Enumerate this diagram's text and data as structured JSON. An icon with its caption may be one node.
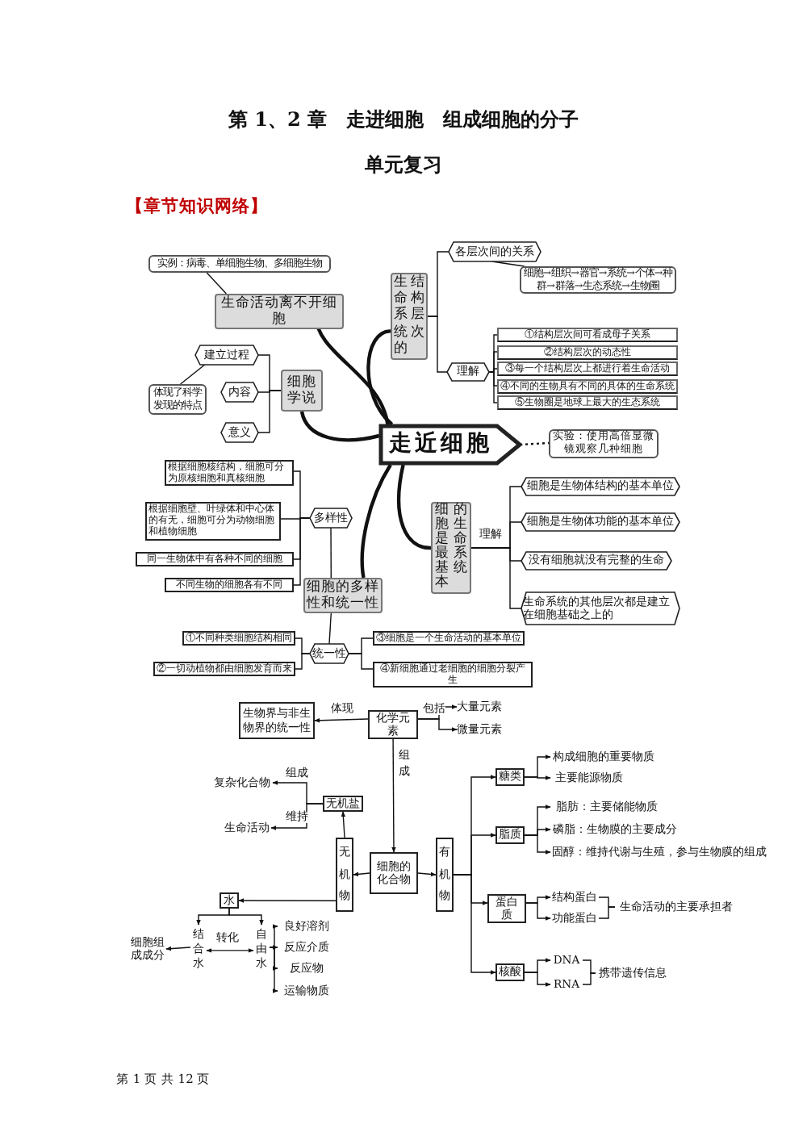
{
  "diagram": {
    "title": "第 1、2 章　走进细胞　组成细胞的分子",
    "nodes": [
      {
        "text": [
          "走近细胞"
        ]
      },
      {
        "text": [
          "实例：病毒、单细胞生物、多细胞生物"
        ]
      },
      {
        "text": [
          "生命活动离不开细胞"
        ]
      },
      {
        "text": [
          "生命系统的结构层次"
        ]
      },
      {
        "text": [
          "各层次间的关系"
        ]
      },
      {
        "text": [
          "细胞→组织→器官→系统→个体→种群→群落→生态系统→生物圈"
        ]
      },
      {
        "text": [
          "理解"
        ]
      },
      {
        "text": [
          "①结构层次间可看成母子关系"
        ]
      },
      {
        "text": [
          "②结构层次的动态性"
        ]
      },
      {
        "text": [
          "③每一个结构层次上都进行着生命活动"
        ]
      },
      {
        "text": [
          "④不同的生物具有不同的具体的生命系统"
        ]
      },
      {
        "text": [
          "⑤生物圈是地球上最大的生态系统"
        ]
      },
      {
        "text": [
          "实验：使用高倍显微镜观察几种细胞"
        ]
      },
      {
        "text": [
          "建立过程"
        ]
      },
      {
        "text": [
          "体现了科学发现的特点"
        ]
      },
      {
        "text": [
          "内容"
        ]
      },
      {
        "text": [
          "意义"
        ]
      },
      {
        "text": [
          "细胞学说"
        ]
      },
      {
        "text": [
          "细胞的多样性和统一性"
        ]
      },
      {
        "text": [
          "多样性"
        ]
      },
      {
        "text": [
          "根据细胞核结构，细胞可分为原核细胞和真核细胞"
        ]
      },
      {
        "text": [
          "根据细胞壁、叶绿体和中心体的有无，细胞可分为动物细胞和植物细胞"
        ]
      },
      {
        "text": [
          "同一生物体中有各种不同的细胞"
        ]
      },
      {
        "text": [
          "不同生物的细胞各有不同"
        ]
      },
      {
        "text": [
          "统一性"
        ]
      },
      {
        "text": [
          "①不同种类细胞结构相同"
        ]
      },
      {
        "text": [
          "②一切动植物都由细胞发育而来"
        ]
      },
      {
        "text": [
          "③细胞是一个生命活动的基本单位"
        ]
      },
      {
        "text": [
          "④新细胞通过老细胞的细胞分裂产生"
        ]
      },
      {
        "text": [
          "细胞是最基本的生命系统"
        ]
      },
      {
        "text": [
          "细胞是生物体结构的基本单位"
        ]
      },
      {
        "text": [
          "细胞是生物体功能的基本单位"
        ]
      },
      {
        "text": [
          "没有细胞就没有完整的生命"
        ]
      },
      {
        "text": [
          "生命系统的其他层次都是建立在细胞基础之上的"
        ]
      },
      {
        "text": [
          "化学元素"
        ]
      },
      {
        "text": [
          "生物界与非生物界的统一性"
        ]
      },
      {
        "text": [
          "大量元素"
        ]
      },
      {
        "text": [
          "微量元素"
        ]
      },
      {
        "text": [
          "细胞的化合物"
        ]
      },
      {
        "text": [
          "无机物"
        ]
      },
      {
        "text": [
          "有机物"
        ]
      },
      {
        "text": [
          "无机盐"
        ]
      },
      {
        "text": [
          "复杂化合物"
        ]
      },
      {
        "text": [
          "生命活动"
        ]
      },
      {
        "text": [
          "水"
        ]
      },
      {
        "text": [
          "结合水"
        ]
      },
      {
        "text": [
          "自由水"
        ]
      },
      {
        "text": [
          "细胞组成成分"
        ]
      },
      {
        "text": [
          "良好溶剂"
        ]
      },
      {
        "text": [
          "反应介质"
        ]
      },
      {
        "text": [
          "反应物"
        ]
      },
      {
        "text": [
          "运输物质"
        ]
      },
      {
        "text": [
          "糖类"
        ]
      },
      {
        "text": [
          "脂质"
        ]
      },
      {
        "text": [
          "蛋白质"
        ]
      },
      {
        "text": [
          "核酸"
        ]
      },
      {
        "text": [
          "构成细胞的重要物质"
        ]
      },
      {
        "text": [
          "主要能源物质"
        ]
      },
      {
        "text": [
          "脂肪：主要储能物质"
        ]
      },
      {
        "text": [
          "磷脂：生物膜的主要成分"
        ]
      },
      {
        "text": [
          "固醇：维持代谢与生殖，参与生物膜的组成"
        ]
      },
      {
        "text": [
          "结构蛋白"
        ]
      },
      {
        "text": [
          "功能蛋白"
        ]
      },
      {
        "text": [
          "生命活动的主要承担者"
        ]
      },
      {
        "text": [
          "DNA"
        ]
      },
      {
        "text": [
          "RNA"
        ]
      },
      {
        "text": [
          "携带遗传信息"
        ]
      }
    ],
    "edges": [
      {
        "from": 0,
        "to": 2,
        "arrow": "none",
        "style": "thick"
      },
      {
        "from": 0,
        "to": 3,
        "arrow": "none",
        "style": "thick"
      },
      {
        "from": 0,
        "to": 12,
        "arrow": "none",
        "style": "dashed"
      },
      {
        "from": 0,
        "to": 17,
        "arrow": "none",
        "style": "thick"
      },
      {
        "from": 0,
        "to": 29,
        "arrow": "none",
        "style": "thick"
      },
      {
        "from": 0,
        "to": 18,
        "arrow": "none",
        "style": "thick"
      },
      {
        "from": 2,
        "to": 1,
        "arrow": "none"
      },
      {
        "from": 3,
        "to": 4,
        "arrow": "none"
      },
      {
        "from": 3,
        "to": 6,
        "arrow": "none"
      },
      {
        "from": 4,
        "to": 5,
        "arrow": "none"
      },
      {
        "from": 6,
        "to": 7,
        "arrow": "none"
      },
      {
        "from": 6,
        "to": 8,
        "arrow": "none"
      },
      {
        "from": 6,
        "to": 9,
        "arrow": "none"
      },
      {
        "from": 6,
        "to": 10,
        "arrow": "none"
      },
      {
        "from": 6,
        "to": 11,
        "arrow": "none"
      },
      {
        "from": 17,
        "to": 13,
        "arrow": "none"
      },
      {
        "from": 17,
        "to": 15,
        "arrow": "none"
      },
      {
        "from": 17,
        "to": 16,
        "arrow": "none"
      },
      {
        "from": 13,
        "to": 14,
        "arrow": "none"
      },
      {
        "from": 18,
        "to": 19,
        "arrow": "none"
      },
      {
        "from": 18,
        "to": 24,
        "arrow": "none"
      },
      {
        "from": 19,
        "to": 20,
        "arrow": "none"
      },
      {
        "from": 19,
        "to": 21,
        "arrow": "none"
      },
      {
        "from": 19,
        "to": 22,
        "arrow": "none"
      },
      {
        "from": 19,
        "to": 23,
        "arrow": "none"
      },
      {
        "from": 24,
        "to": 25,
        "arrow": "none"
      },
      {
        "from": 24,
        "to": 26,
        "arrow": "none"
      },
      {
        "from": 24,
        "to": 27,
        "arrow": "none"
      },
      {
        "from": 24,
        "to": 28,
        "arrow": "none"
      },
      {
        "from": 29,
        "to": 30,
        "arrow": "none",
        "label": "理解"
      },
      {
        "from": 29,
        "to": 31,
        "arrow": "none"
      },
      {
        "from": 29,
        "to": 32,
        "arrow": "none"
      },
      {
        "from": 29,
        "to": 33,
        "arrow": "none"
      },
      {
        "from": 34,
        "to": 35,
        "arrow": "to",
        "label": "体现"
      },
      {
        "from": 34,
        "to": 36,
        "arrow": "to",
        "label": "包括"
      },
      {
        "from": 34,
        "to": 37,
        "arrow": "to"
      },
      {
        "from": 34,
        "to": 38,
        "arrow": "to",
        "label": "组成"
      },
      {
        "from": 38,
        "to": 39,
        "arrow": "to"
      },
      {
        "from": 38,
        "to": 40,
        "arrow": "to"
      },
      {
        "from": 39,
        "to": 41,
        "arrow": "to"
      },
      {
        "from": 41,
        "to": 42,
        "arrow": "to",
        "label": "组成"
      },
      {
        "from": 41,
        "to": 43,
        "arrow": "to",
        "label": "维持"
      },
      {
        "from": 39,
        "to": 44,
        "arrow": "to"
      },
      {
        "from": 44,
        "to": 45,
        "arrow": "to"
      },
      {
        "from": 44,
        "to": 46,
        "arrow": "to"
      },
      {
        "from": 45,
        "to": 46,
        "arrow": "both",
        "label": "转化"
      },
      {
        "from": 45,
        "to": 47,
        "arrow": "to"
      },
      {
        "from": 46,
        "to": 48,
        "arrow": "to"
      },
      {
        "from": 46,
        "to": 49,
        "arrow": "to"
      },
      {
        "from": 46,
        "to": 50,
        "arrow": "to"
      },
      {
        "from": 46,
        "to": 51,
        "arrow": "to"
      },
      {
        "from": 40,
        "to": 52,
        "arrow": "to"
      },
      {
        "from": 40,
        "to": 53,
        "arrow": "to"
      },
      {
        "from": 40,
        "to": 54,
        "arrow": "to"
      },
      {
        "from": 40,
        "to": 55,
        "arrow": "to"
      },
      {
        "from": 52,
        "to": 56,
        "arrow": "to"
      },
      {
        "from": 52,
        "to": 57,
        "arrow": "to"
      },
      {
        "from": 53,
        "to": 58,
        "arrow": "to"
      },
      {
        "from": 53,
        "to": 59,
        "arrow": "to"
      },
      {
        "from": 53,
        "to": 60,
        "arrow": "to"
      },
      {
        "from": 54,
        "to": 61,
        "arrow": "to"
      },
      {
        "from": 54,
        "to": 62,
        "arrow": "to"
      },
      {
        "from": 61,
        "to": 63,
        "arrow": "none"
      },
      {
        "from": 62,
        "to": 63,
        "arrow": "none"
      },
      {
        "from": 55,
        "to": 64,
        "arrow": "to"
      },
      {
        "from": 55,
        "to": 65,
        "arrow": "to"
      },
      {
        "from": 64,
        "to": 66,
        "arrow": "none"
      },
      {
        "from": 65,
        "to": 66,
        "arrow": "none"
      }
    ],
    "labels": [
      "单元复习",
      "【章节知识网络】",
      "第 1 页 共 12 页"
    ]
  }
}
